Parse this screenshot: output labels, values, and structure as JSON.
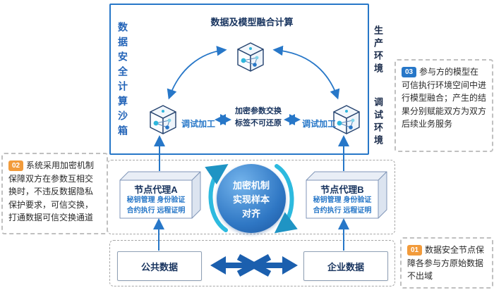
{
  "sandbox": {
    "title_vertical": "数据安全计算沙箱",
    "top_title": "数据及模型融合计算",
    "debug_label_left": "调试加工",
    "debug_label_right": "调试加工",
    "exchange_line1": "加密参数交换",
    "exchange_line2": "标签不可还原"
  },
  "environment_labels": {
    "production": "生产环境",
    "debug": "调试环境"
  },
  "agents": {
    "a": {
      "title": "节点代理A",
      "line1": "秘钥管理 身份验证",
      "line2": "合约执行 远程证明"
    },
    "b": {
      "title": "节点代理B",
      "line1": "秘钥管理 身份验证",
      "line2": "合约执行 远程证明"
    }
  },
  "sphere": {
    "line1": "加密机制",
    "line2": "实现样本",
    "line3": "对齐"
  },
  "data_sources": {
    "left": "公共数据",
    "right": "企业数据"
  },
  "callouts": {
    "c01": {
      "badge": "01",
      "text": "数据安全节点保障各参与方原始数据不出域"
    },
    "c02": {
      "badge": "02",
      "text": "系统采用加密机制保障双方在参数互相交换时，不违反数据隐私保护要求，可信交换，打通数据可信交换通道"
    },
    "c03": {
      "badge": "03",
      "text": "参与方的模型在可信执行环境空间中进行模型融合；产生的结果分别赋能双方为双方后续业务服务"
    }
  },
  "colors": {
    "accent_blue": "#2777c8",
    "navy_text": "#17335e",
    "cyan_arrow": "#2dbadf",
    "deep_arrow_blue": "#1b5fae",
    "badge_orange": "#f29b3b",
    "badge_blue": "#2777c8"
  }
}
